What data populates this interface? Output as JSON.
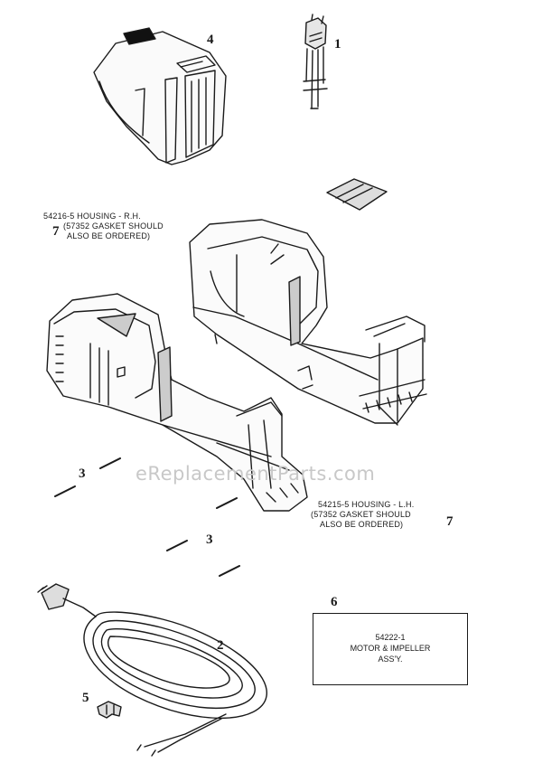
{
  "watermark": "eReplacementParts.com",
  "callouts": {
    "c1": "1",
    "c2": "2",
    "c3a": "3",
    "c3b": "3",
    "c4": "4",
    "c5": "5",
    "c6": "6",
    "c7a": "7",
    "c7b": "7"
  },
  "housing_rh": {
    "line1": "54216-5 HOUSING - R.H.",
    "line2": "(57352 GASKET SHOULD",
    "line3": "ALSO BE ORDERED)"
  },
  "housing_lh": {
    "line1": "54215-5 HOUSING - L.H.",
    "line2": "(57352 GASKET SHOULD",
    "line3": "ALSO BE ORDERED)"
  },
  "motor_box": {
    "line1": "54222-1",
    "line2": "MOTOR & IMPELLER",
    "line3": "ASS'Y."
  }
}
